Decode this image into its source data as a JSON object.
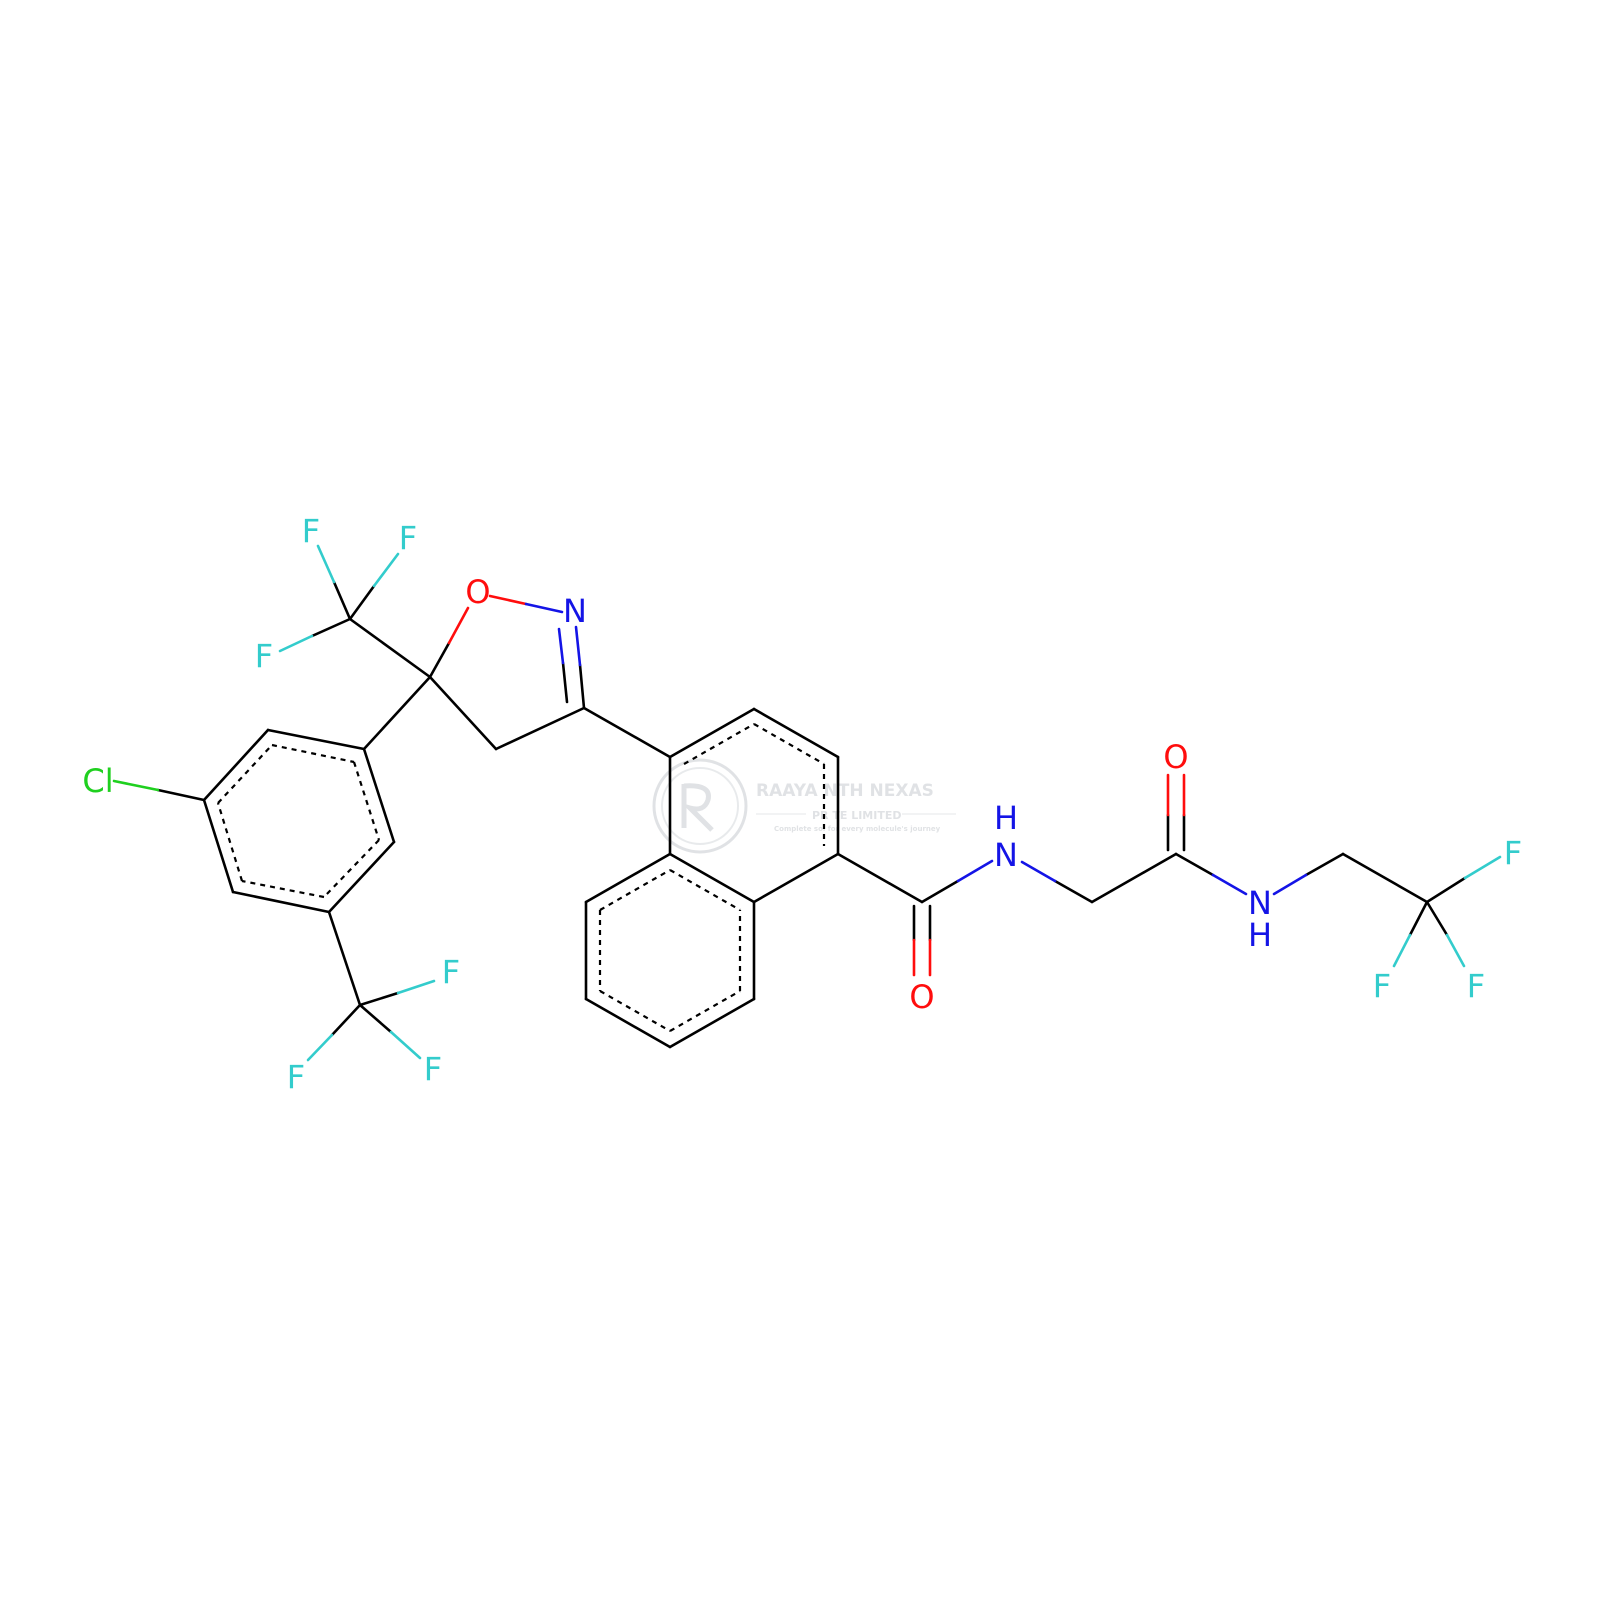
{
  "colors": {
    "carbon": "#000000",
    "oxygen": "#ff0d0d",
    "nitrogen": "#1414e6",
    "fluorine": "#33cccc",
    "chlorine": "#1fd01f",
    "watermark": "#c8ccd0"
  },
  "atoms": {
    "F": "F",
    "O": "O",
    "N": "N",
    "Cl": "Cl",
    "H": "H"
  },
  "watermark": {
    "line1": "RAAYA  NTH NEXAS",
    "line2": "PR  TE LIMITED",
    "line3": "Complete sol      for every molecule's journey"
  }
}
